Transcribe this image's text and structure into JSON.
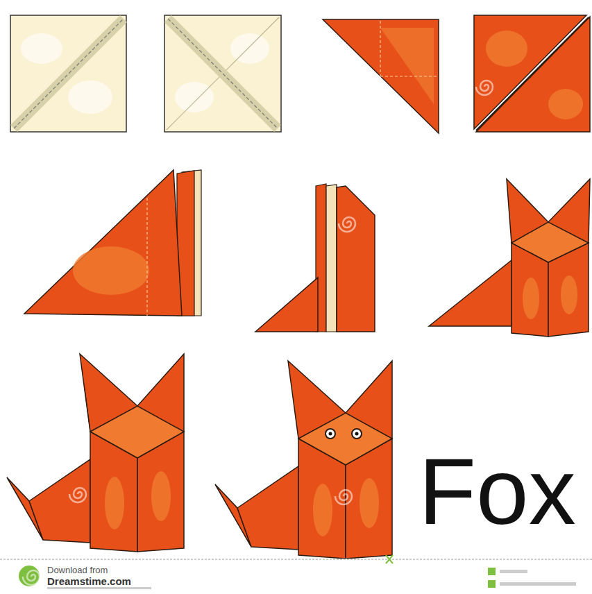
{
  "diagram": {
    "labels": [
      "Fox",
      "Download from",
      "Dreamstime.com"
    ]
  }
}
